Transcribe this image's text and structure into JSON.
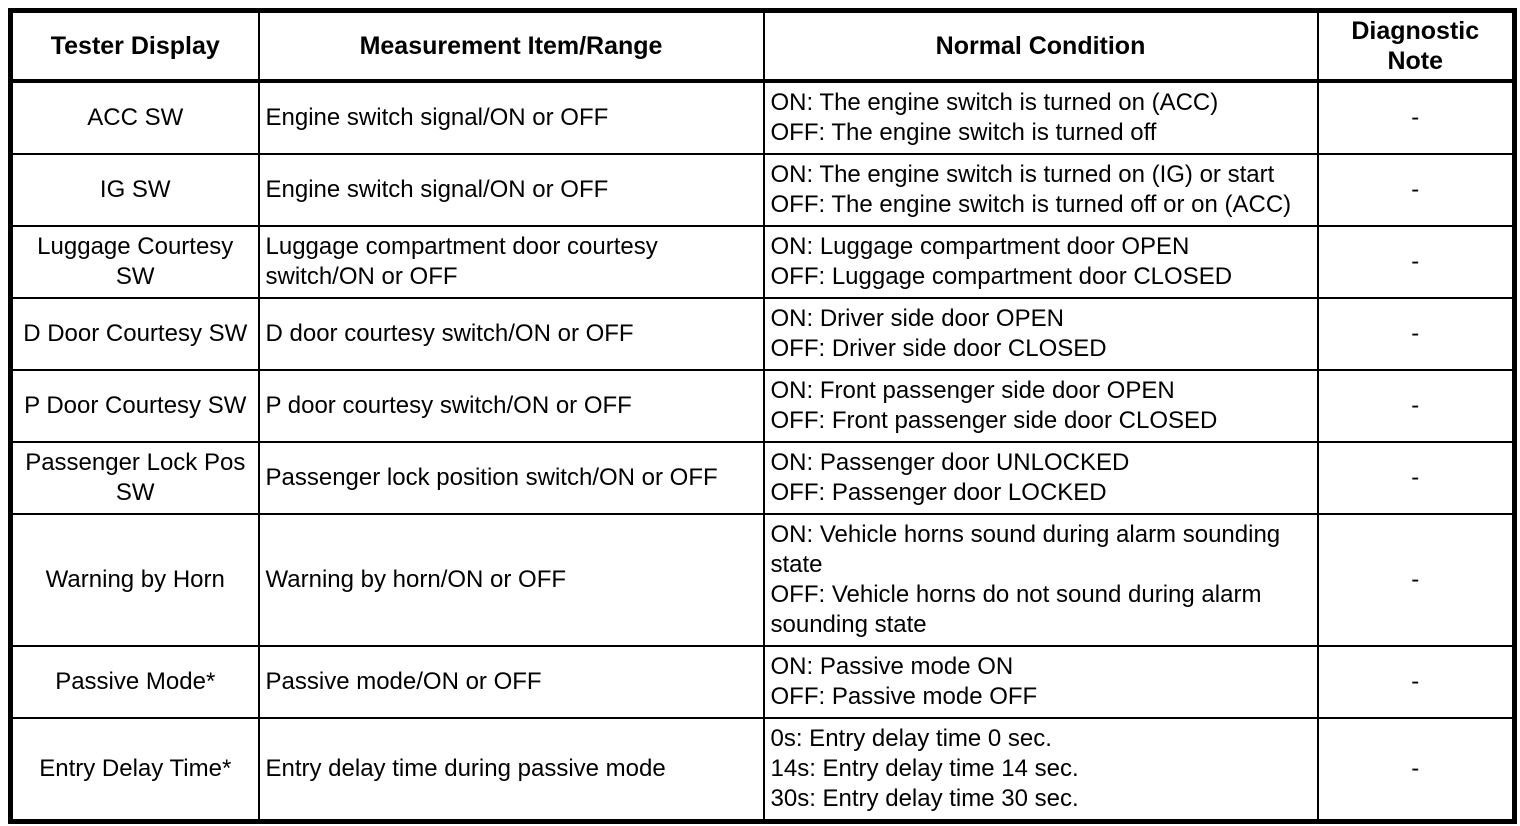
{
  "table": {
    "columns": [
      "Tester Display",
      "Measurement Item/Range",
      "Normal Condition",
      "Diagnostic Note"
    ],
    "rows": [
      {
        "tester_display": [
          "ACC SW"
        ],
        "measurement": [
          "Engine switch signal/ON or OFF"
        ],
        "normal_condition": [
          "ON: The engine switch is turned on (ACC)",
          "OFF: The engine switch is turned off"
        ],
        "diagnostic_note": "-"
      },
      {
        "tester_display": [
          "IG SW"
        ],
        "measurement": [
          "Engine switch signal/ON or OFF"
        ],
        "normal_condition": [
          "ON: The engine switch is turned on (IG) or start",
          "OFF: The engine switch is turned off or on (ACC)"
        ],
        "diagnostic_note": "-"
      },
      {
        "tester_display": [
          "Luggage Courtesy",
          "SW"
        ],
        "measurement": [
          "Luggage compartment door courtesy",
          "switch/ON or OFF"
        ],
        "normal_condition": [
          "ON: Luggage compartment door OPEN",
          "OFF: Luggage compartment door CLOSED"
        ],
        "diagnostic_note": "-"
      },
      {
        "tester_display": [
          "D Door Courtesy SW"
        ],
        "measurement": [
          "D door courtesy switch/ON or OFF"
        ],
        "normal_condition": [
          "ON: Driver side door OPEN",
          "OFF: Driver side door CLOSED"
        ],
        "diagnostic_note": "-"
      },
      {
        "tester_display": [
          "P Door Courtesy SW"
        ],
        "measurement": [
          "P door courtesy switch/ON or OFF"
        ],
        "normal_condition": [
          "ON: Front passenger side door OPEN",
          "OFF: Front passenger side door CLOSED"
        ],
        "diagnostic_note": "-"
      },
      {
        "tester_display": [
          "Passenger Lock Pos",
          "SW"
        ],
        "measurement": [
          "Passenger lock position switch/ON or OFF"
        ],
        "normal_condition": [
          "ON: Passenger door UNLOCKED",
          "OFF: Passenger door LOCKED"
        ],
        "diagnostic_note": "-"
      },
      {
        "tester_display": [
          "Warning by Horn"
        ],
        "measurement": [
          "Warning by horn/ON or OFF"
        ],
        "normal_condition": [
          "ON: Vehicle horns sound during alarm sounding state",
          "OFF: Vehicle horns do not sound during alarm sounding state"
        ],
        "diagnostic_note": "-"
      },
      {
        "tester_display": [
          "Passive Mode*"
        ],
        "measurement": [
          "Passive mode/ON or OFF"
        ],
        "normal_condition": [
          "ON: Passive mode ON",
          "OFF: Passive mode OFF"
        ],
        "diagnostic_note": "-"
      },
      {
        "tester_display": [
          "Entry Delay Time*"
        ],
        "measurement": [
          "Entry delay time during passive mode"
        ],
        "normal_condition": [
          "0s: Entry delay time 0 sec.",
          "14s: Entry delay time 14 sec.",
          "30s: Entry delay time 30 sec."
        ],
        "diagnostic_note": "-"
      }
    ]
  }
}
